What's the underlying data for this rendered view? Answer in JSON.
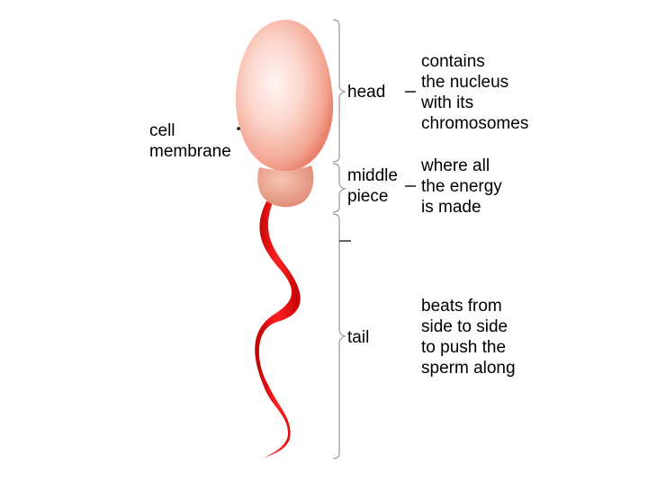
{
  "labels": {
    "cell_membrane": "cell\nmembrane",
    "head": "head",
    "middle_piece": "middle\npiece",
    "tail": "tail"
  },
  "descriptions": {
    "head": "contains\nthe nucleus\nwith its\nchromosomes",
    "middle_piece": "where all\nthe energy\nis made",
    "tail": "beats from\nside to side\nto push the\nsperm along"
  },
  "colors": {
    "head_light": "#fff4f1",
    "head_mid": "#f7b3a4",
    "head_dark": "#e8826c",
    "middle_piece": "#e8907c",
    "tail": "#e01010",
    "bracket": "#999999"
  }
}
